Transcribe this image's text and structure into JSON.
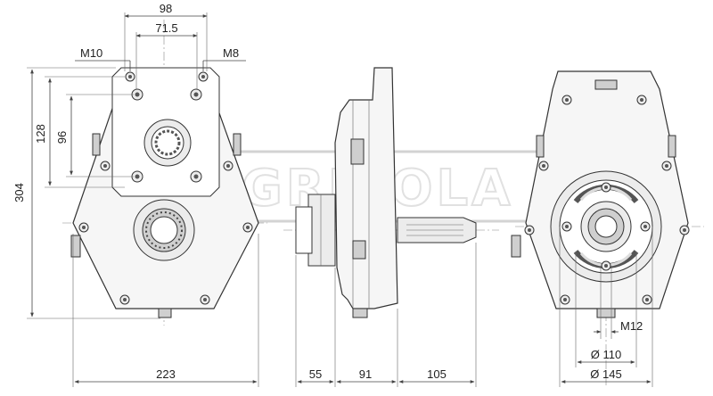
{
  "watermark": "AGRICOLA",
  "front_view": {
    "dims": {
      "top_width": "98",
      "bolt_spacing": "71.5",
      "left_thread": "M10",
      "right_thread": "M8",
      "height_outer": "128",
      "height_inner": "96",
      "total_height": "304",
      "total_width": "223"
    }
  },
  "side_view": {
    "dims": {
      "left_length": "55",
      "middle_length": "91",
      "right_length": "105"
    }
  },
  "rear_view": {
    "dims": {
      "thread": "M12",
      "inner_diameter": "Ø 110",
      "outer_diameter": "Ø 145"
    }
  }
}
